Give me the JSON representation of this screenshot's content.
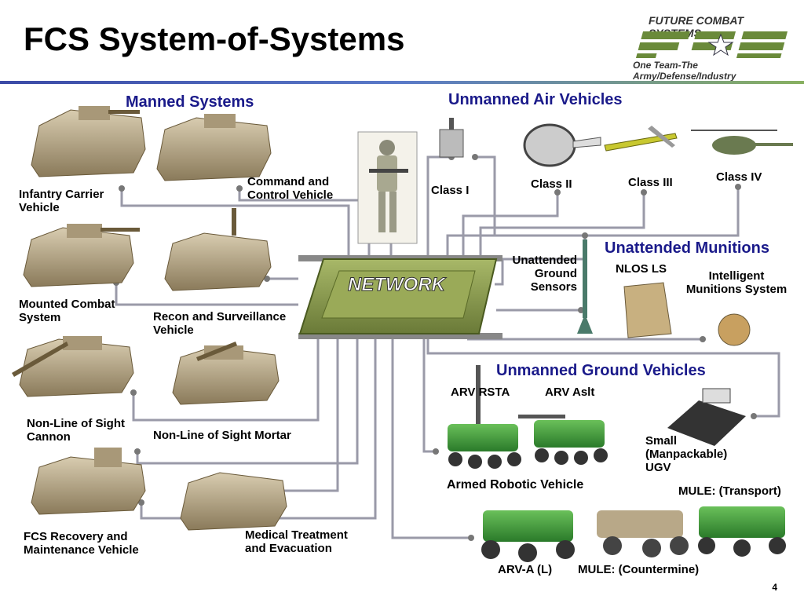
{
  "header": {
    "title": "FCS System-of-Systems",
    "logo_top": "FUTURE COMBAT SYSTEMS",
    "logo_mark": "FCS",
    "logo_sub": "One Team-The Army/Defense/Industry"
  },
  "sections": {
    "manned": "Manned Systems",
    "uav": "Unmanned Air Vehicles",
    "munitions": "Unattended Munitions",
    "ugv": "Unmanned Ground Vehicles"
  },
  "network_label": "NETWORK",
  "manned_systems": {
    "icv": "Infantry Carrier Vehicle",
    "c2v": "Command and Control Vehicle",
    "mcs": "Mounted Combat System",
    "rsv": "Recon and Surveillance Vehicle",
    "nlos_c": "Non-Line of Sight Cannon",
    "nlos_m": "Non-Line of Sight Mortar",
    "frmv": "FCS Recovery and Maintenance Vehicle",
    "mv": "Medical Treatment and Evacuation"
  },
  "uav_classes": {
    "c1": "Class I",
    "c2": "Class II",
    "c3": "Class III",
    "c4": "Class IV"
  },
  "munitions_items": {
    "ugs": "Unattended Ground Sensors",
    "nlos_ls": "NLOS LS",
    "ims": "Intelligent Munitions System"
  },
  "ugv_items": {
    "arv_rsta": "ARV RSTA",
    "arv_aslt": "ARV Aslt",
    "arv": "Armed Robotic Vehicle",
    "small_ugv": "Small (Manpackable) UGV",
    "mule_t": "MULE: (Transport)",
    "arv_a": "ARV-A (L)",
    "mule_c": "MULE: (Countermine)"
  },
  "page_number": "4",
  "colors": {
    "section_blue": "#1a1a8a",
    "wire": "#9a9aa8",
    "vehicle_tan": "#b8a88a",
    "chip_green": "#8a9a50",
    "ugv_green": "#4a9a3a"
  }
}
